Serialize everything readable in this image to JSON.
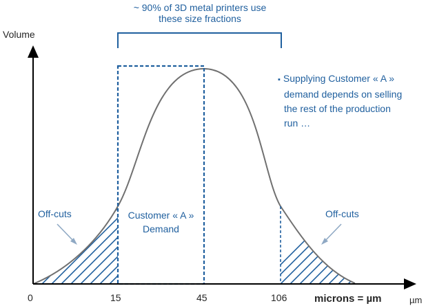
{
  "colors": {
    "axis": "#000000",
    "curve": "#707070",
    "accent": "#1f5f9e",
    "text": "#262626"
  },
  "labels": {
    "y_axis": "Volume",
    "x_unit_title": "microns = µm",
    "x_unit": "µm",
    "ticks": [
      "0",
      "15",
      "45",
      "106"
    ],
    "bracket_line1": "~ 90% of 3D metal printers use",
    "bracket_line2": "these size fractions",
    "note_bullet": "▪",
    "note_line1": "Supplying Customer « A »",
    "note_line2": "demand depends on selling",
    "note_line3": "the rest of the production",
    "note_line4": "run …",
    "offcuts_left": "Off-cuts",
    "offcuts_right": "Off-cuts",
    "customer_line1": "Customer « A »",
    "customer_line2": "Demand"
  },
  "icons": {
    "y_axis_arrow": "arrow-up-icon",
    "x_axis_arrow": "arrow-right-icon",
    "pointer_left": "arrow-down-right-icon",
    "pointer_right": "arrow-down-left-icon"
  }
}
